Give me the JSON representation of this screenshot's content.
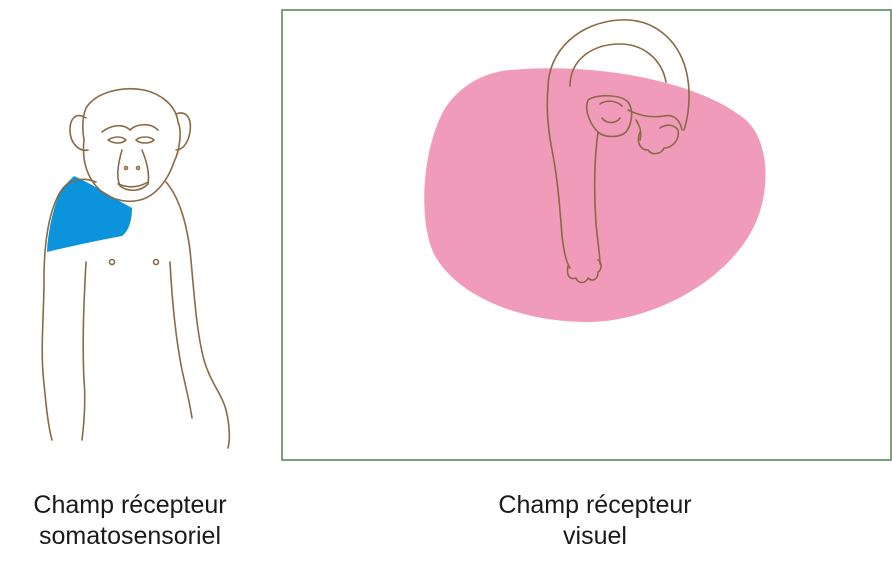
{
  "colors": {
    "outline": "#8a6a44",
    "somatosensory_field": "#0b93dc",
    "visual_field": "#f09bba",
    "frame": "#5a8a5e"
  },
  "captions": {
    "somatosensory_line1": "Champ récepteur",
    "somatosensory_line2": "somatosensoriel",
    "visual_line1": "Champ récepteur",
    "visual_line2": "visuel"
  }
}
